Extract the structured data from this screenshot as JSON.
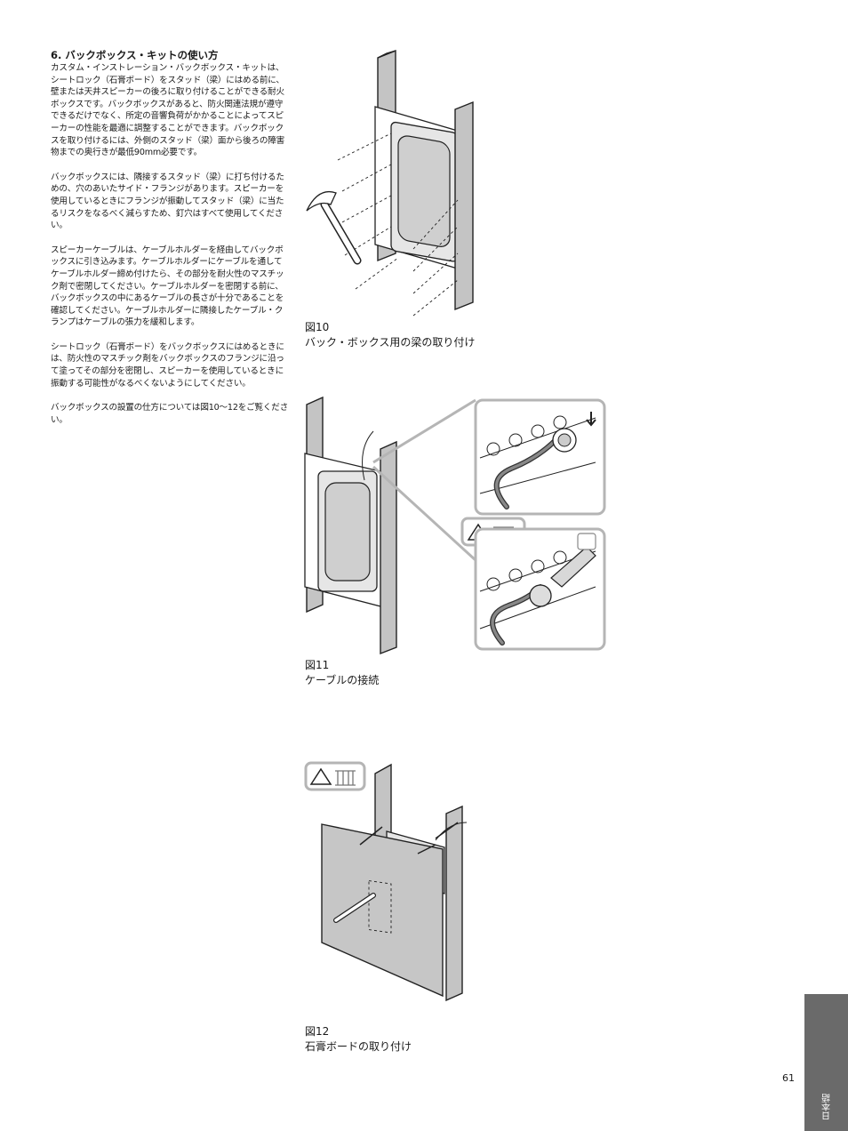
{
  "section": {
    "heading": "6. バックボックス・キットの使い方",
    "paragraphs": [
      "カスタム・インストレーション・バックボックス・キットは、シートロック（石膏ボード）をスタッド（梁）にはめる前に、壁または天井スピーカーの後ろに取り付けることができる耐火ボックスです。バックボックスがあると、防火関連法規が遵守できるだけでなく、所定の音響負荷がかかることによってスピーカーの性能を最適に調整することができます。バックボックスを取り付けるには、外側のスタッド（梁）面から後ろの障害物までの奥行きが最低90mm必要です。",
      "バックボックスには、隣接するスタッド（梁）に打ち付けるための、穴のあいたサイド・フランジがあります。スピーカーを使用しているときにフランジが振動してスタッド（梁）に当たるリスクをなるべく減らすため、釘穴はすべて使用してください。",
      "スピーカーケーブルは、ケーブルホルダーを経由してバックボックスに引き込みます。ケーブルホルダーにケーブルを通してケーブルホルダー締め付けたら、その部分を耐火性のマスチック剤で密閉してください。ケーブルホルダーを密閉する前に、バックボックスの中にあるケーブルの長さが十分であることを確認してください。ケーブルホルダーに隣接したケーブル・クランプはケーブルの張力を緩和します。",
      "シートロック（石膏ボード）をバックボックスにはめるときには、防火性のマスチック剤をバックボックスのフランジに沿って塗ってその部分を密閉し、スピーカーを使用しているときに振動する可能性がなるべくないようにしてください。",
      "バックボックスの設置の仕方については図10～12をご覧ください。"
    ]
  },
  "figures": [
    {
      "number": "図10",
      "caption": "バック・ボックス用の梁の取り付け"
    },
    {
      "number": "図11",
      "caption": "ケーブルの接続"
    },
    {
      "number": "図12",
      "caption": "石膏ボードの取り付け"
    }
  ],
  "page_number": "61",
  "language_tab": "日本語",
  "colors": {
    "tab": "#6a6a6a",
    "stud": "#c4c4c4",
    "callout_border": "#b5b5b5"
  }
}
